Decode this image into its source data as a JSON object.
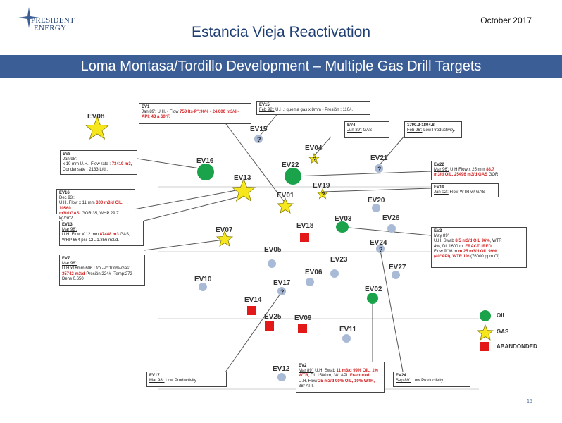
{
  "header": {
    "logo_line1": "PRESIDENT",
    "logo_line2": "ENERGY",
    "date": "October 2017",
    "title": "Estancia Vieja Reactivation",
    "banner": "Loma Montasa/Tordillo Development – Multiple Gas Drill Targets"
  },
  "colors": {
    "banner": "#3b5e96",
    "oil": "#1aa34a",
    "gas": "#f5e71b",
    "abandoned": "#e31919",
    "unknown": "#9fb3d3"
  },
  "wells": {
    "EV08": "EV08",
    "EV15": "EV15",
    "EV04": "EV04",
    "EV21": "EV21",
    "EV16": "EV16",
    "EV22": "EV22",
    "EV13": "EV13",
    "EV19": "EV19",
    "EV01": "EV01",
    "EV20": "EV20",
    "EV18": "EV18",
    "EV03": "EV03",
    "EV26": "EV26",
    "EV07": "EV07",
    "EV24": "EV24",
    "EV05": "EV05",
    "EV23": "EV23",
    "EV27": "EV27",
    "EV06": "EV06",
    "EV10": "EV10",
    "EV17": "EV17",
    "EV02": "EV02",
    "EV14": "EV14",
    "EV25": "EV25",
    "EV09": "EV09",
    "EV11": "EV11",
    "EV12": "EV12"
  },
  "boxes": {
    "ev1": {
      "hdr": "EV1",
      "l1a": "Jan 89':",
      "l1b": " U.H. - Flow ",
      "l1c": "750 lts-P°:96% - 24.000 m3/d -",
      "l2": "API: 43 a 60°F."
    },
    "ev15": {
      "hdr": "EV15",
      "l1a": "Feb 92':",
      "l1b": " U.H.: quema gas x 8mm - Presión : 110#."
    },
    "ev4": {
      "hdr": "EV4",
      "l1a": "Jun 89':",
      "l1b": " GAS"
    },
    "mid": {
      "l1": "1790.2-1804.8",
      "l2a": "Feb 96':",
      "l2b": " Low Productivity."
    },
    "ev8": {
      "hdr": "EV8",
      "l1": "Jan 98':",
      "l2a": "x 10 mm U.H.: Flow rate : ",
      "l2b": "73419 m3,",
      "l3": "Condensate : 2133 L/d ."
    },
    "ev22": {
      "hdr": "EV22",
      "l1a": "Mar 96':",
      "l1b": " U.H Flow x 25 mm ",
      "l1c": "88.7",
      "l2a": "m3/d OIL, 25496 m3/d GAS",
      "l2b": " GOR"
    },
    "ev19": {
      "hdr": "EV19",
      "l1a": "Jan 02':",
      "l1b": " Flow WTR w/ GAS"
    },
    "ev16": {
      "hdr": "EV16",
      "l1": "Dec 93':",
      "l2a": "U.H. Flow x 11 mm ",
      "l2b": "300 m3/d OIL, 10560",
      "l3a": "m3/d GAS",
      "l3b": ", GOR 35, WHP 29.7 kg/cm2."
    },
    "ev13": {
      "hdr": "EV13",
      "l1": "Mar 98':",
      "l2a": "U.H. Flow X 12 mm ",
      "l2b": "87448 m3",
      "l2c": " GAS,",
      "l3": "WHP 664 psi, OIL 1.856 m3/d."
    },
    "ev3": {
      "hdr": "EV3",
      "l1": "May 89':",
      "l2a": "U.H. Swab ",
      "l2b": "8.5 m3/d OIL 96%",
      "l2c": ", WTR",
      "l3a": "4%, DL 1600 m. ",
      "l3b": "FRACTURED",
      "l4a": "Flow 9\\\"/6 m ",
      "l4b": "m 25 m3/d OIL 99%",
      "l5a": "(40°API), WTR 1%",
      "l5b": " (76000 ppm Cl)."
    },
    "ev7": {
      "hdr": "EV7",
      "l1": "Mar 98':",
      "l2": "U.H x16mm 606 Lt/h -P°:100%-Gas:",
      "l3a": "35742 m3/d",
      "l3b": "-Presión:224# -Temp:272-",
      "l4": "Dens 0.650"
    },
    "ev17": {
      "hdr": "EV17",
      "l1a": "Mar 98':",
      "l1b": " Low Productivity."
    },
    "ev2": {
      "hdr": "EV2",
      "l1a": "Mar 89':",
      "l1b": " U.H. Swab ",
      "l1c": "11 m3/d 99% OIL, 1%",
      "l2a": "WTR,",
      "l2b": " DL 1580 m, 38° API. ",
      "l2c": "Fractured.",
      "l3a": "U.H. Flow ",
      "l3b": "25 m3/d 90% OIL, 10% WTR,",
      "l4": "38° API."
    },
    "ev24": {
      "hdr": "EV24",
      "l1a": "Sep 89':",
      "l1b": " Low Productivity."
    }
  },
  "legend": {
    "oil": "OIL",
    "gas": "GAS",
    "abandoned": "ABANDONDED"
  },
  "page_number": "15"
}
